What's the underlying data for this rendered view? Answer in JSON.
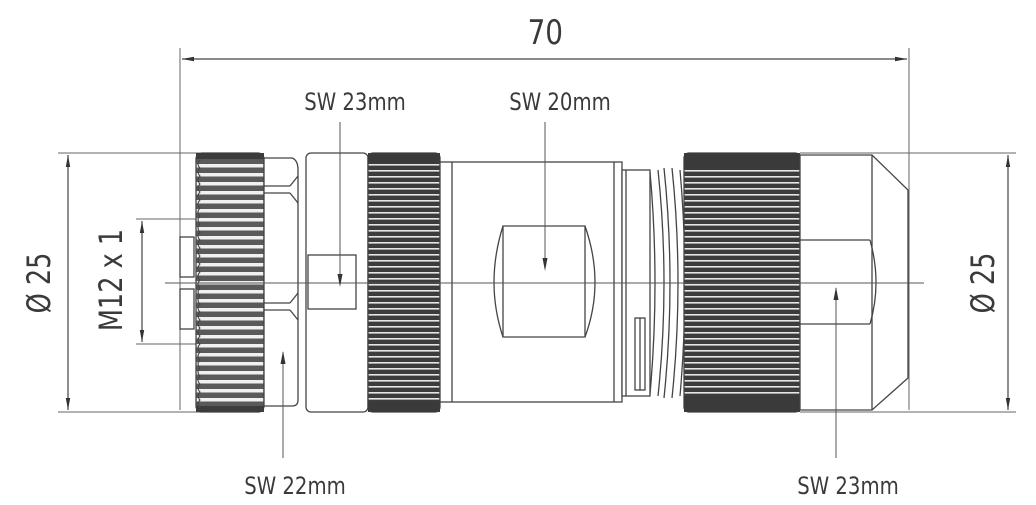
{
  "drawing": {
    "subject": "M12 female connector, side view technical drawing",
    "units": "mm",
    "overall_length": {
      "label": "70",
      "value": 70
    },
    "diameter_left": {
      "label": "Ø 25",
      "value": 25
    },
    "diameter_right": {
      "label": "Ø 25",
      "value": 25
    },
    "thread": {
      "label": "M12 x 1"
    },
    "wrench_sizes": [
      {
        "id": "sw_coupling_left",
        "label": "SW 22mm",
        "value": 22,
        "position": "bottom-left"
      },
      {
        "id": "sw_hex_left",
        "label": "SW 23mm",
        "value": 23,
        "position": "top-left"
      },
      {
        "id": "sw_body",
        "label": "SW 20mm",
        "value": 20,
        "position": "top-center"
      },
      {
        "id": "sw_cable_nut",
        "label": "SW 23mm",
        "value": 23,
        "position": "bottom-right"
      }
    ],
    "colors": {
      "line": "#4a4a4a",
      "knurl_dark": "#3a3a3a",
      "background": "#ffffff"
    }
  }
}
